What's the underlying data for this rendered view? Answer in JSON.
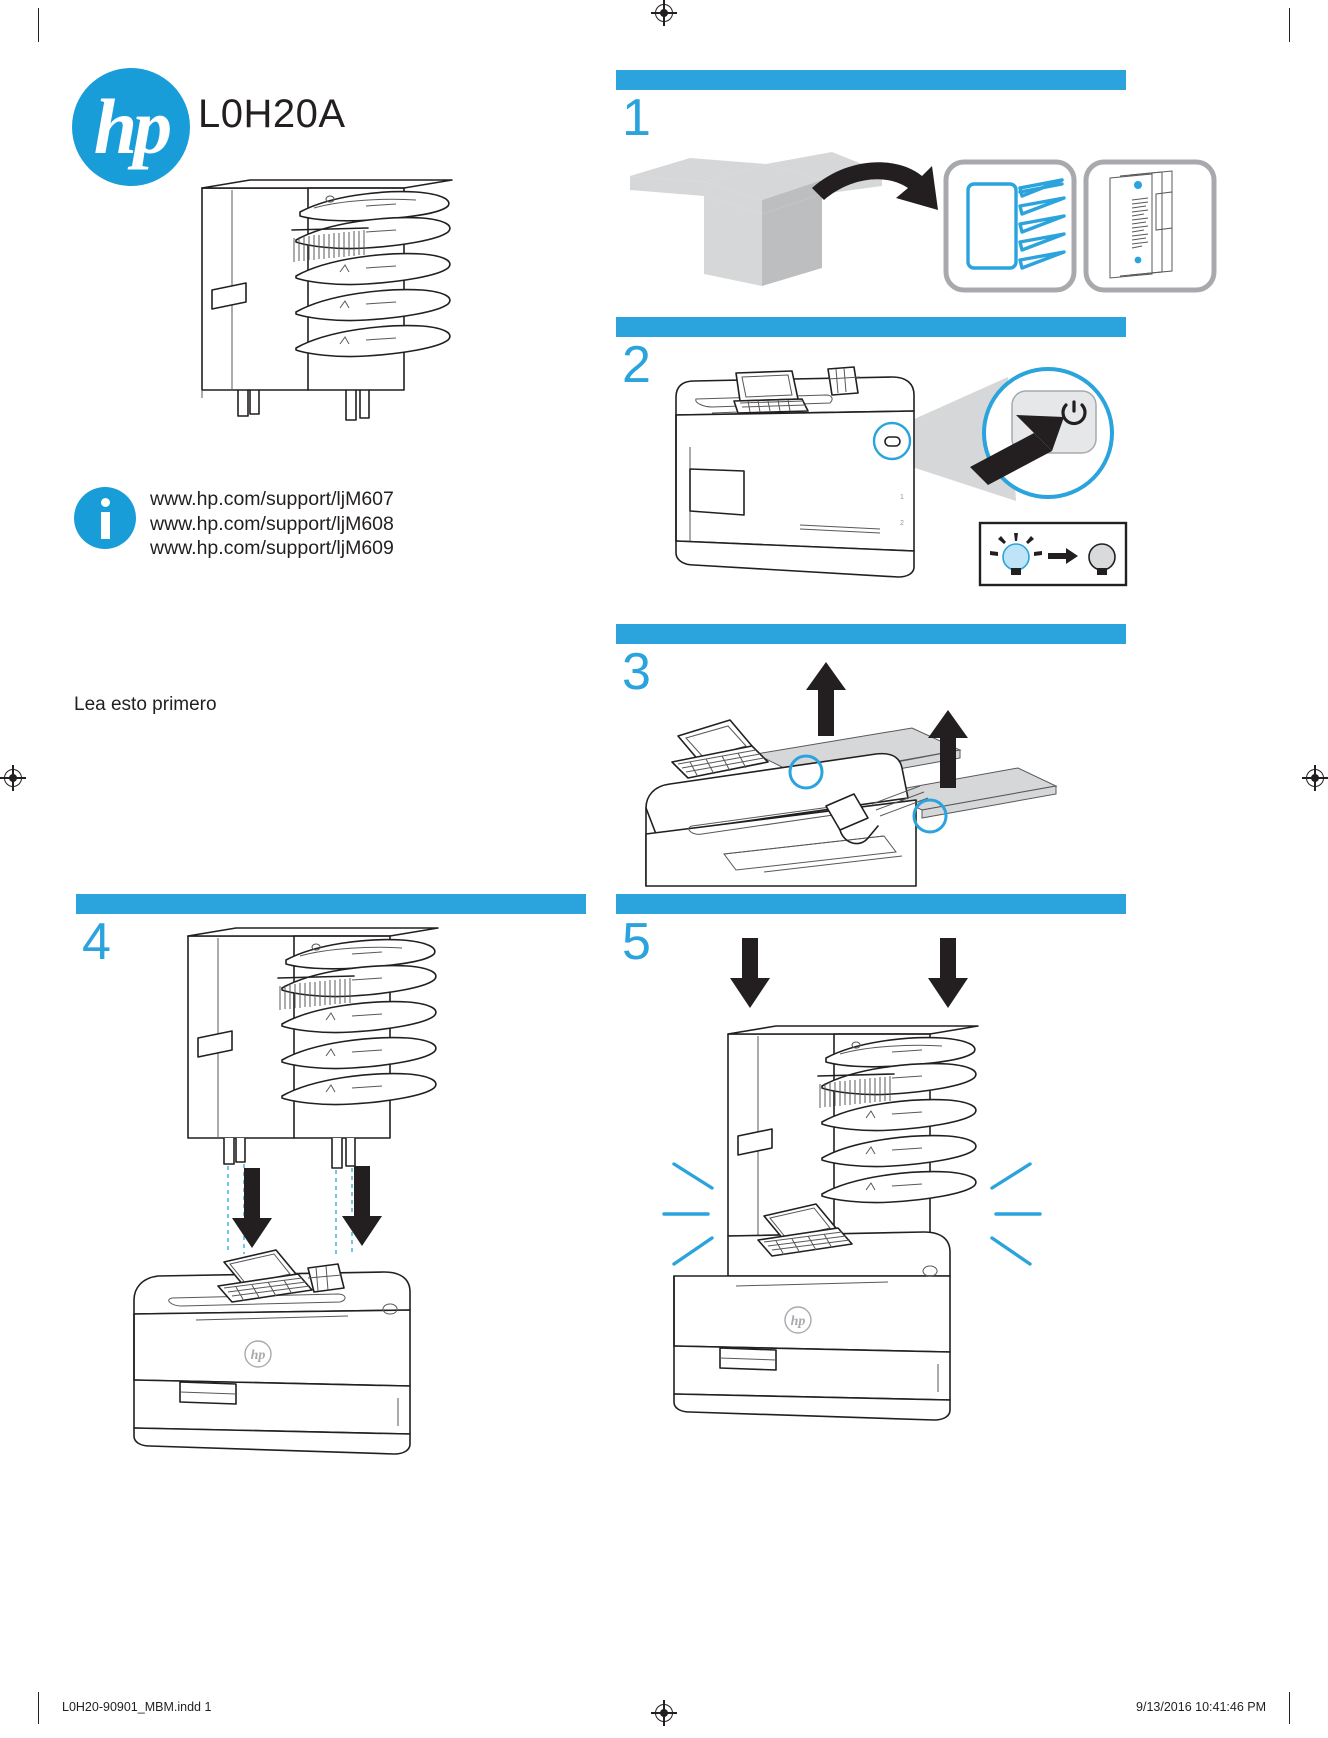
{
  "document": {
    "brand": "hp",
    "model_number": "L0H20A",
    "read_first_label": "Lea esto primero",
    "accent_color": "#2ba3dd",
    "logo_color": "#199dd9"
  },
  "support": {
    "icon": "info-icon",
    "urls": [
      "www.hp.com/support/ljM607",
      "www.hp.com/support/ljM608",
      "www.hp.com/support/ljM609"
    ]
  },
  "steps": [
    {
      "number": "1",
      "name": "unbox-contents",
      "illustration": "open-box-with-arrow-to-mailbox-accessory-and-documentation"
    },
    {
      "number": "2",
      "name": "power-off-printer",
      "illustration": "printer-power-button-callout-with-indicator-light",
      "tray_labels": [
        "1",
        "2"
      ],
      "power_icon": "power-symbol"
    },
    {
      "number": "3",
      "name": "remove-top-covers",
      "illustration": "lift-gray-cover-panels-off-printer-top"
    },
    {
      "number": "4",
      "name": "align-accessory",
      "illustration": "lower-mailbox-accessory-onto-printer"
    },
    {
      "number": "5",
      "name": "seat-accessory",
      "illustration": "press-accessory-down-until-it-clicks"
    }
  ],
  "footer": {
    "filename": "L0H20-90901_MBM.indd   1",
    "timestamp": "9/13/2016   10:41:46 PM"
  }
}
